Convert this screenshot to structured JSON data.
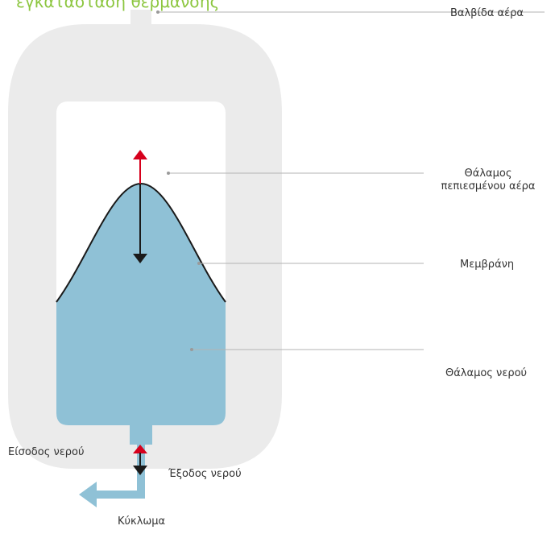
{
  "title": "εγκατάσταση θέρμανσης",
  "colors": {
    "title": "#8cc63f",
    "vessel": "#ebebeb",
    "water": "#8fc1d6",
    "arrow_up": "#d6001c",
    "arrow_down": "#1a1a1a",
    "leader": "#b3b3b3"
  },
  "labels": {
    "air_valve": "Βαλβίδα αέρα",
    "air_chamber_line1": "Θάλαμος",
    "air_chamber_line2": "πεπιεσμένου αέρα",
    "membrane": "Μεμβράνη",
    "water_chamber": "Θάλαμος νερού",
    "water_inlet": "Είσοδος νερού",
    "water_outlet": "Έξοδος νερού",
    "circuit": "Κύκλωμα"
  }
}
